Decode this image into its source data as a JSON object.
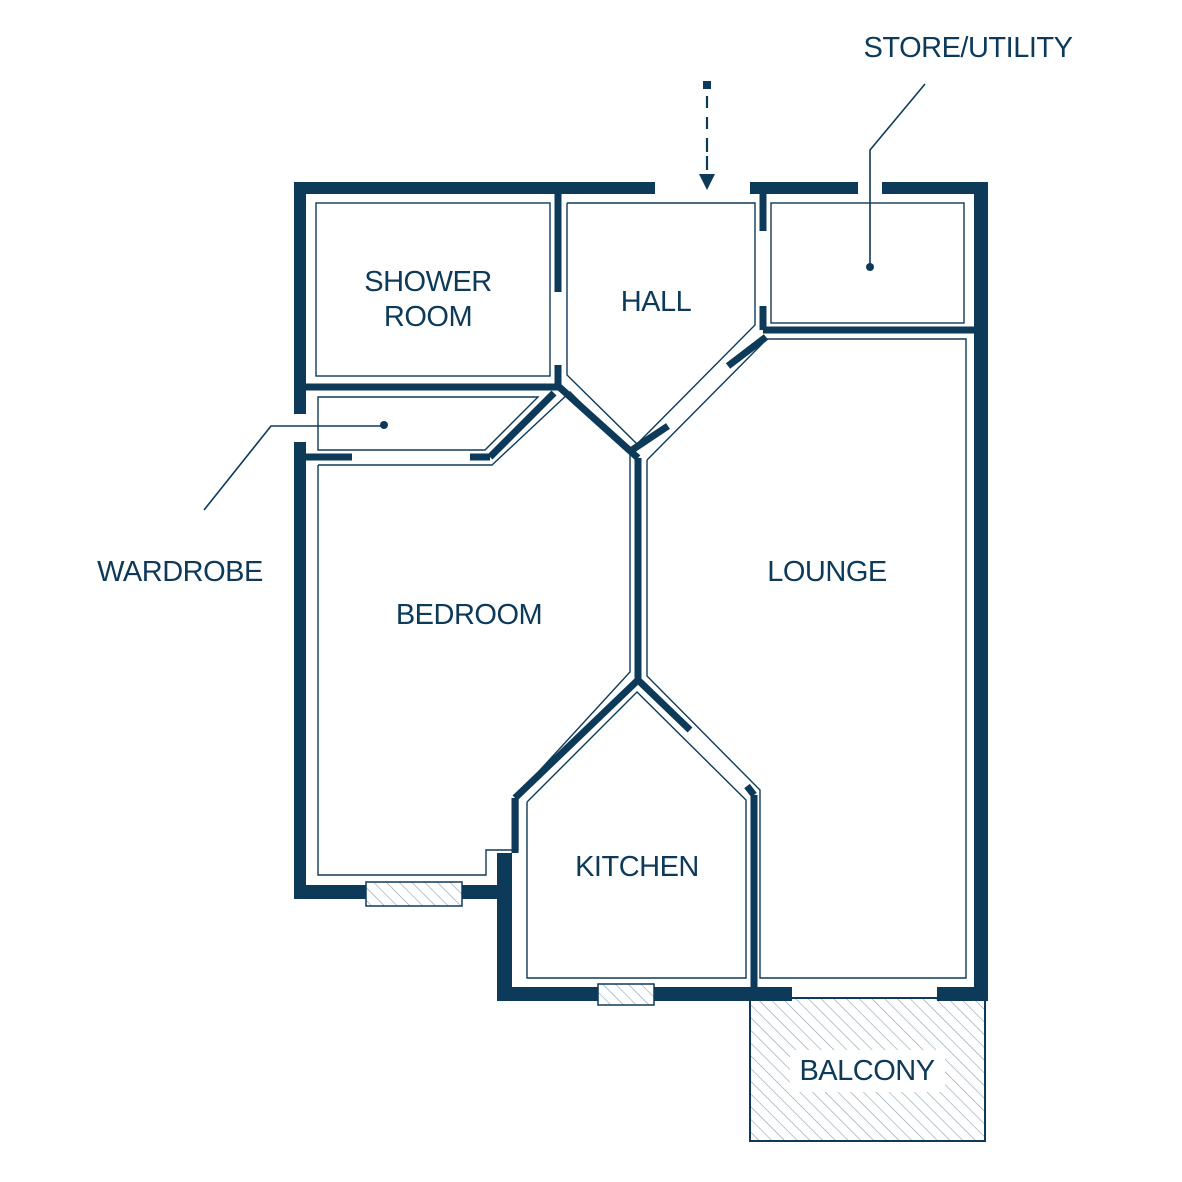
{
  "colors": {
    "wall": "#0e3a5a",
    "background": "#ffffff"
  },
  "icons": {
    "entrance": "dashed-arrow-down-icon"
  },
  "rooms": {
    "shower_line1": "SHOWER",
    "shower_line2": "ROOM",
    "hall": "HALL",
    "store_utility": "STORE/UTILITY",
    "wardrobe": "WARDROBE",
    "bedroom": "BEDROOM",
    "lounge": "LOUNGE",
    "kitchen": "KITCHEN",
    "balcony": "BALCONY"
  }
}
